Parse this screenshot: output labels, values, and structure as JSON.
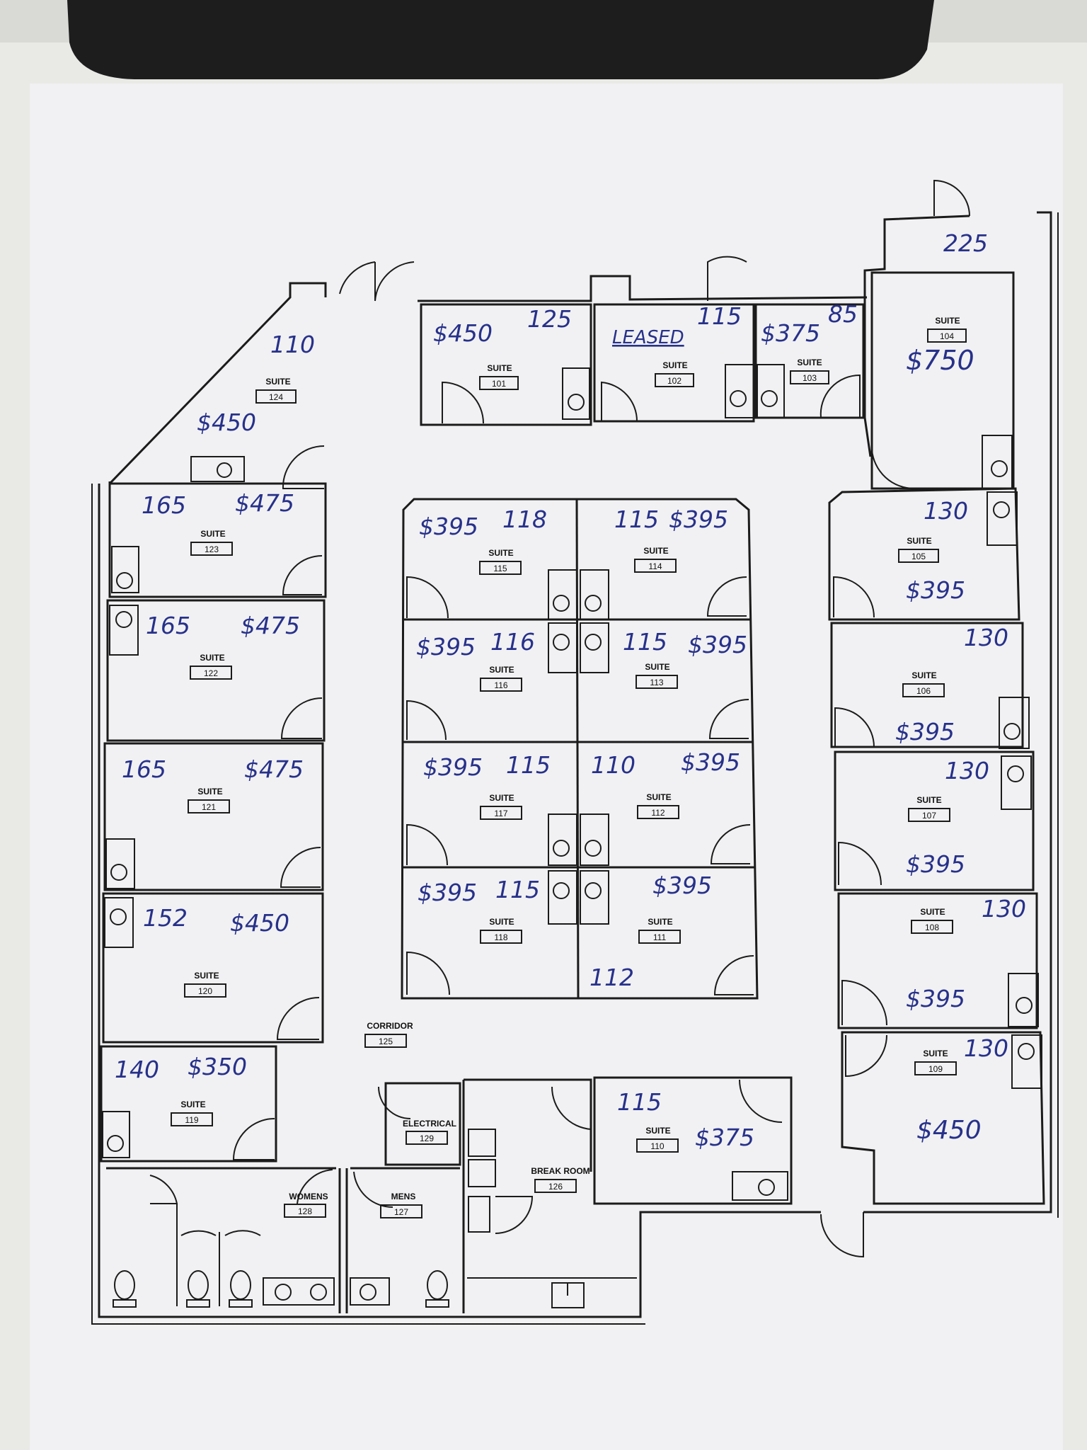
{
  "colors": {
    "paper": "#f1f1f3",
    "ink": "#27318a",
    "lines": "#1b1b1b"
  },
  "labels": {
    "suite": "SUITE",
    "corridor": "CORRIDOR",
    "electrical": "ELECTRICAL",
    "break_room": "BREAK ROOM",
    "womens": "WOMENS",
    "mens": "MENS"
  },
  "rooms": {
    "r101": {
      "suite": "101",
      "size": "125",
      "price": "$450"
    },
    "r102": {
      "suite": "102",
      "size": "115",
      "note": "LEASED"
    },
    "r103": {
      "suite": "103",
      "size": "85",
      "price": "$375"
    },
    "r104": {
      "suite": "104",
      "size": "225",
      "price": "$750"
    },
    "r105": {
      "suite": "105",
      "size": "130",
      "price": "$395"
    },
    "r106": {
      "suite": "106",
      "size": "130",
      "price": "$395"
    },
    "r107": {
      "suite": "107",
      "size": "130",
      "price": "$395"
    },
    "r108": {
      "suite": "108",
      "size": "130",
      "price": "$395"
    },
    "r109": {
      "suite": "109",
      "size": "130",
      "price": "$450"
    },
    "r110": {
      "suite": "110",
      "size": "115",
      "price": "$375"
    },
    "r111": {
      "suite": "111",
      "size": "112",
      "price": "$395"
    },
    "r112": {
      "suite": "112",
      "size": "110",
      "price": "$395"
    },
    "r113": {
      "suite": "113",
      "size": "115",
      "price": "$395"
    },
    "r114": {
      "suite": "114",
      "size": "115",
      "price": "$395"
    },
    "r115": {
      "suite": "115",
      "size": "118",
      "price": "$395"
    },
    "r116": {
      "suite": "116",
      "size": "116",
      "price": "$395"
    },
    "r117": {
      "suite": "117",
      "size": "115",
      "price": "$395"
    },
    "r118": {
      "suite": "118",
      "size": "115",
      "price": "$395"
    },
    "r119": {
      "suite": "119",
      "size": "140",
      "price": "$350"
    },
    "r120": {
      "suite": "120",
      "size": "152",
      "price": "$450"
    },
    "r121": {
      "suite": "121",
      "size": "165",
      "price": "$475"
    },
    "r122": {
      "suite": "122",
      "size": "165",
      "price": "$475"
    },
    "r123": {
      "suite": "123",
      "size": "165",
      "price": "$475"
    },
    "r124": {
      "suite": "124",
      "size": "110",
      "price": "$450"
    },
    "corridor": {
      "num": "125"
    },
    "break_room": {
      "num": "126"
    },
    "mens": {
      "num": "127"
    },
    "womens": {
      "num": "128"
    },
    "electrical": {
      "num": "129"
    }
  }
}
